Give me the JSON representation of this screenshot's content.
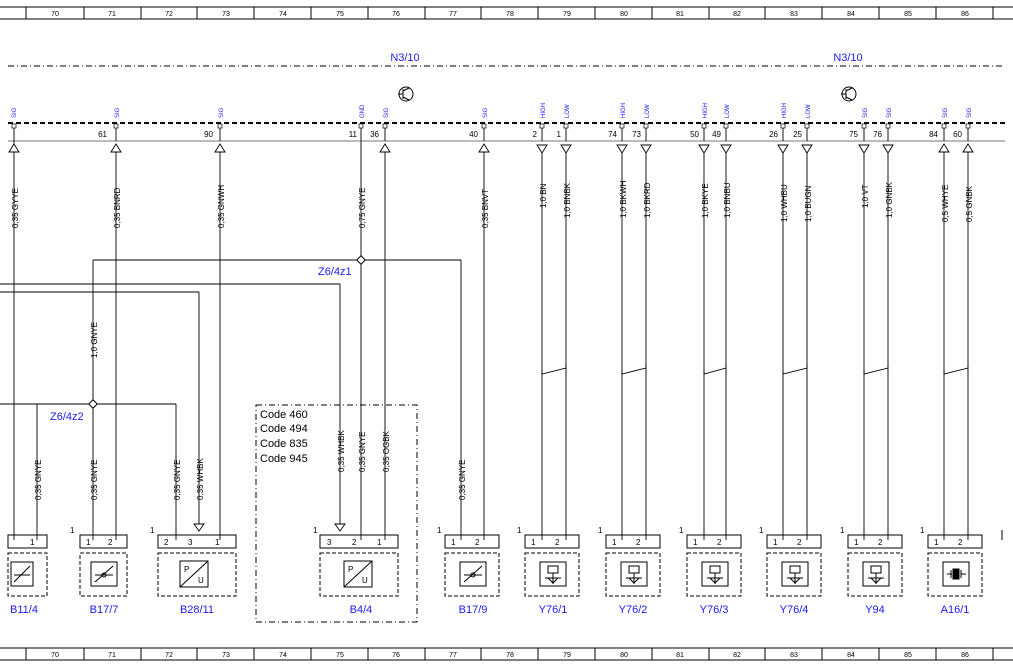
{
  "ruler": [
    "70",
    "71",
    "72",
    "73",
    "74",
    "75",
    "76",
    "77",
    "78",
    "79",
    "80",
    "81",
    "82",
    "83",
    "84",
    "85",
    "86"
  ],
  "connector_labels": [
    "N3/10",
    "N3/10"
  ],
  "top_pins": [
    {
      "sig": "SIG",
      "num": ""
    },
    {
      "sig": "SIG",
      "num": "61"
    },
    {
      "sig": "SIG",
      "num": "90"
    },
    {
      "sig": "GND",
      "num": "11"
    },
    {
      "sig": "SIG",
      "num": "36"
    },
    {
      "sig": "SIG",
      "num": "40"
    },
    {
      "sig": "HIGH",
      "num": "2"
    },
    {
      "sig": "LOW",
      "num": "1"
    },
    {
      "sig": "HIGH",
      "num": "74"
    },
    {
      "sig": "LOW",
      "num": "73"
    },
    {
      "sig": "HIGH",
      "num": "50"
    },
    {
      "sig": "LOW",
      "num": "49"
    },
    {
      "sig": "HIGH",
      "num": "26"
    },
    {
      "sig": "LOW",
      "num": "25"
    },
    {
      "sig": "SIG",
      "num": "75"
    },
    {
      "sig": "SIG",
      "num": "76"
    },
    {
      "sig": "SIG",
      "num": "84"
    },
    {
      "sig": "SIG",
      "num": "60"
    }
  ],
  "upper_wire_labels": [
    "0,35 GYYE",
    "0,35 BNRD",
    "0,35 GNWH",
    "0,75 GNYE",
    "0,35 BNVT",
    "1,0 BN",
    "1,0 BNBK",
    "1,0 BKWH",
    "1,0 BKRD",
    "1,0 BKYE",
    "1,0 BNBU",
    "1,0 WHBU",
    "1,0 BUGN",
    "1,0 VT",
    "1,0 GNBK",
    "0,5 WHYE",
    "0,5 GNBK"
  ],
  "middle_wire_labels": [
    "1,0 GNYE"
  ],
  "lower_wire_labels": [
    "0,35 GNYE",
    "0,35 GNYE",
    "0,35 GNYE",
    "0,35 WHBK",
    "0,35 WHBK",
    "0,35 GNYE",
    "0,35 OGBK",
    "0,35 GNYE"
  ],
  "splices": [
    "Z6/4z1",
    "Z6/4z2"
  ],
  "code_box": [
    "Code 460",
    "Code 494",
    "Code 835",
    "Code 945"
  ],
  "components": [
    "B11/4",
    "B17/7",
    "B28/11",
    "B4/4",
    "B17/9",
    "Y76/1",
    "Y76/2",
    "Y76/3",
    "Y76/4",
    "Y94",
    "A16/1"
  ],
  "component_pins": {
    "B11/4": [
      "1",
      ""
    ],
    "B17/7": [
      "1",
      "2"
    ],
    "B28/11": [
      "2",
      "3",
      "1"
    ],
    "B4/4": [
      "3",
      "2",
      "1"
    ],
    "B17/9": [
      "1",
      "2"
    ],
    "Y76/1": [
      "1",
      "2"
    ],
    "Y76/2": [
      "1",
      "2"
    ],
    "Y76/3": [
      "1",
      "2"
    ],
    "Y76/4": [
      "1",
      "2"
    ],
    "Y94": [
      "1",
      "2"
    ],
    "A16/1": [
      "1",
      "2"
    ]
  },
  "corner_ones": [
    "1",
    "1",
    "1",
    "1",
    "1",
    "1",
    "1",
    "1",
    "1",
    "1"
  ],
  "icons": [
    "transistor-icon",
    "temperature-sensor-icon",
    "pressure-sensor-icon",
    "solenoid-valve-icon",
    "piezo-element-icon"
  ]
}
